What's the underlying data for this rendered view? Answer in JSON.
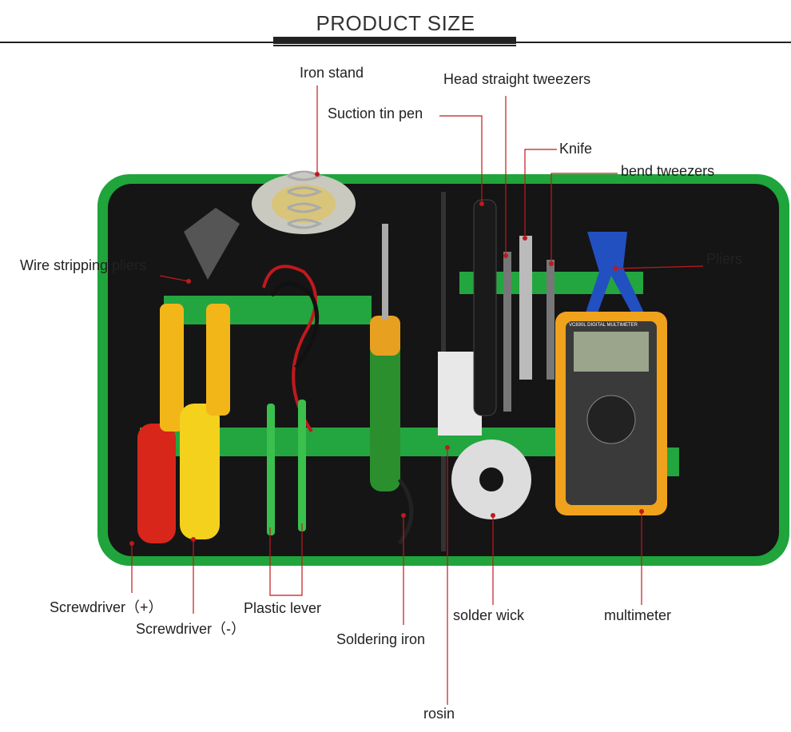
{
  "header": {
    "title": "PRODUCT SIZE"
  },
  "colors": {
    "case_green": "#1fa53b",
    "case_black": "#151515",
    "leader_red": "#c0191d",
    "multimeter_yellow": "#f0a21c"
  },
  "labels": [
    {
      "id": "iron-stand",
      "text": "Iron stand"
    },
    {
      "id": "head-straight-tweezers",
      "text": "Head straight tweezers"
    },
    {
      "id": "suction-tin-pen",
      "text": "Suction tin pen"
    },
    {
      "id": "knife",
      "text": "Knife"
    },
    {
      "id": "bend-tweezers",
      "text": "bend  tweezers"
    },
    {
      "id": "pliers",
      "text": "Pliers"
    },
    {
      "id": "wire-stripping-pliers",
      "text": "Wire stripping pliers"
    },
    {
      "id": "screwdriver-plus",
      "text": "Screwdriver（+）"
    },
    {
      "id": "screwdriver-minus",
      "text": "Screwdriver（-）"
    },
    {
      "id": "plastic-lever",
      "text": "Plastic lever"
    },
    {
      "id": "soldering-iron",
      "text": "Soldering iron"
    },
    {
      "id": "rosin",
      "text": "rosin"
    },
    {
      "id": "solder-wick",
      "text": "solder wick"
    },
    {
      "id": "multimeter",
      "text": "multimeter"
    }
  ],
  "product": {
    "multimeter_model": "VC830L DIGITAL MULTIMETER"
  }
}
